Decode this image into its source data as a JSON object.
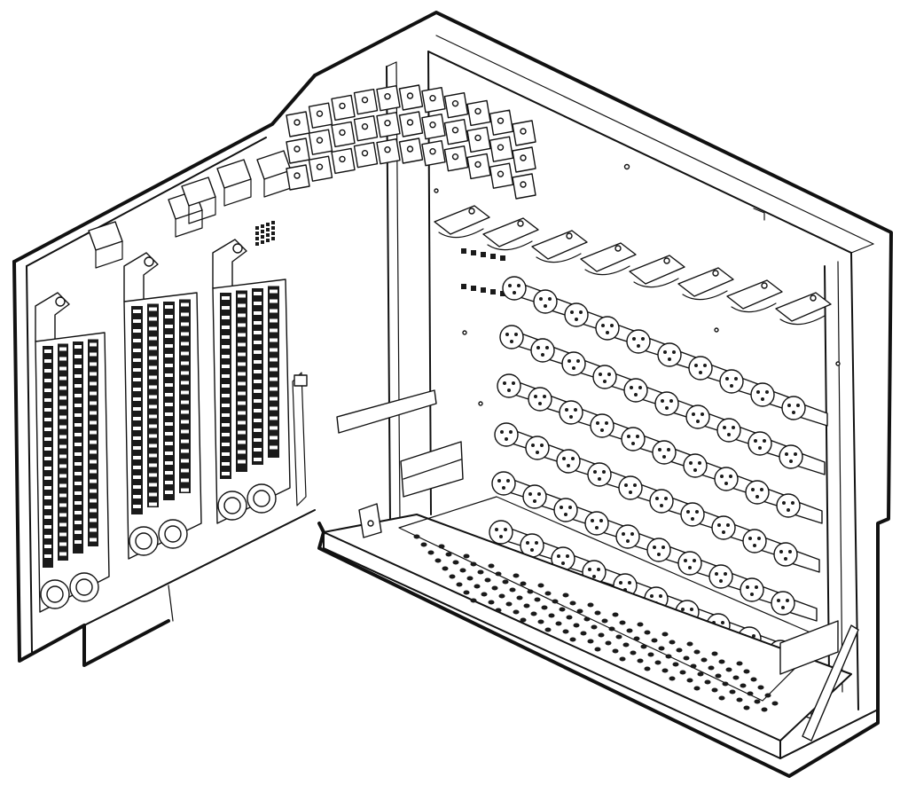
{
  "colors": {
    "line": "#111111",
    "fill": "#ffffff",
    "dark": "#1a1a1a",
    "background": "#ffffff"
  },
  "structure": {
    "connector_modules": 3,
    "shelf_rows": 7,
    "cable_chain_rows": 3,
    "cable_holders": 8
  }
}
